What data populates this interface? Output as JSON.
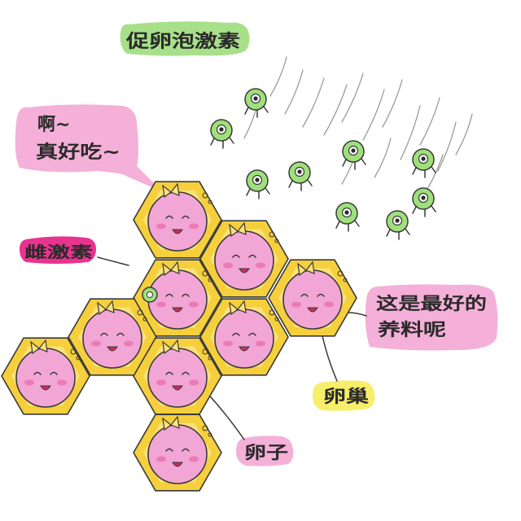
{
  "labels": {
    "fsh": "促卵泡激素",
    "speech_line1": "啊~",
    "speech_line2": "真好吃~",
    "estrogen": "雌激素",
    "nutrient_line1": "这是最好的",
    "nutrient_line2": "养料呢",
    "ovary": "卵巢",
    "egg": "卵子"
  },
  "colors": {
    "fsh_bubble": "#a8e08a",
    "speech_bubble": "#f4b0d8",
    "estrogen_bubble": "#e8338f",
    "nutrient_bubble": "#f4b0d8",
    "ovary_bubble": "#f7ee6a",
    "egg_bubble": "#f4b0d8",
    "follicle": "#f5cf3c",
    "egg_cell": "#f2a6d6",
    "hormone_particle": "#9fe07a"
  },
  "icons": {
    "follicle": "hexagon-follicle-icon",
    "egg_cell": "smiling-egg-icon",
    "hormone_particle": "one-eyed-germ-icon"
  }
}
